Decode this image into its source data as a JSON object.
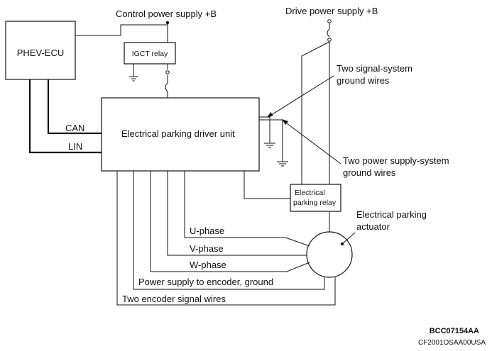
{
  "labels": {
    "control_power": "Control power supply +B",
    "drive_power": "Drive power supply +B",
    "phev_ecu": "PHEV-ECU",
    "igct_relay": "IGCT relay",
    "driver_unit": "Electrical parking driver unit",
    "can": "CAN",
    "lin": "LIN",
    "signal_ground": [
      "Two signal-system",
      "ground wires"
    ],
    "power_ground": [
      "Two power supply-system",
      "ground wires"
    ],
    "parking_relay": [
      "Electrical",
      "parking relay"
    ],
    "actuator": [
      "Electrical parking",
      "actuator"
    ],
    "u_phase": "U-phase",
    "v_phase": "V-phase",
    "w_phase": "W-phase",
    "encoder_power": "Power supply to encoder, ground",
    "encoder_signal": "Two encoder signal wires",
    "code_bold": "BCC07154AA",
    "code_small": "CF2001OSAA00USA"
  }
}
